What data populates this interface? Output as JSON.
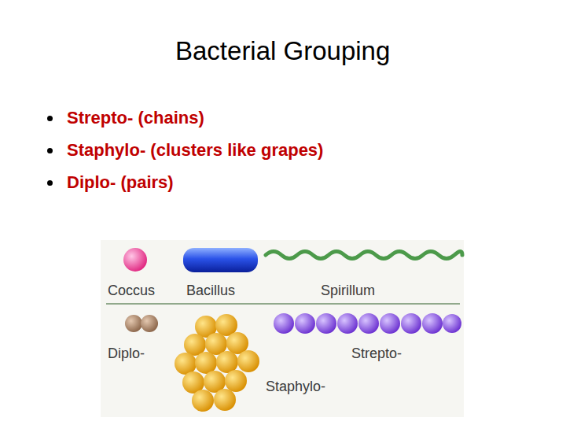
{
  "diagram": {
    "title": "Bacterial Grouping",
    "labels": [
      "Strepto- (chains)",
      "Staphylo- (clusters like grapes)",
      "Diplo- (pairs)",
      "Coccus",
      "Bacillus",
      "Spirillum",
      "Diplo-",
      "Strepto-",
      "Staphylo-"
    ]
  }
}
